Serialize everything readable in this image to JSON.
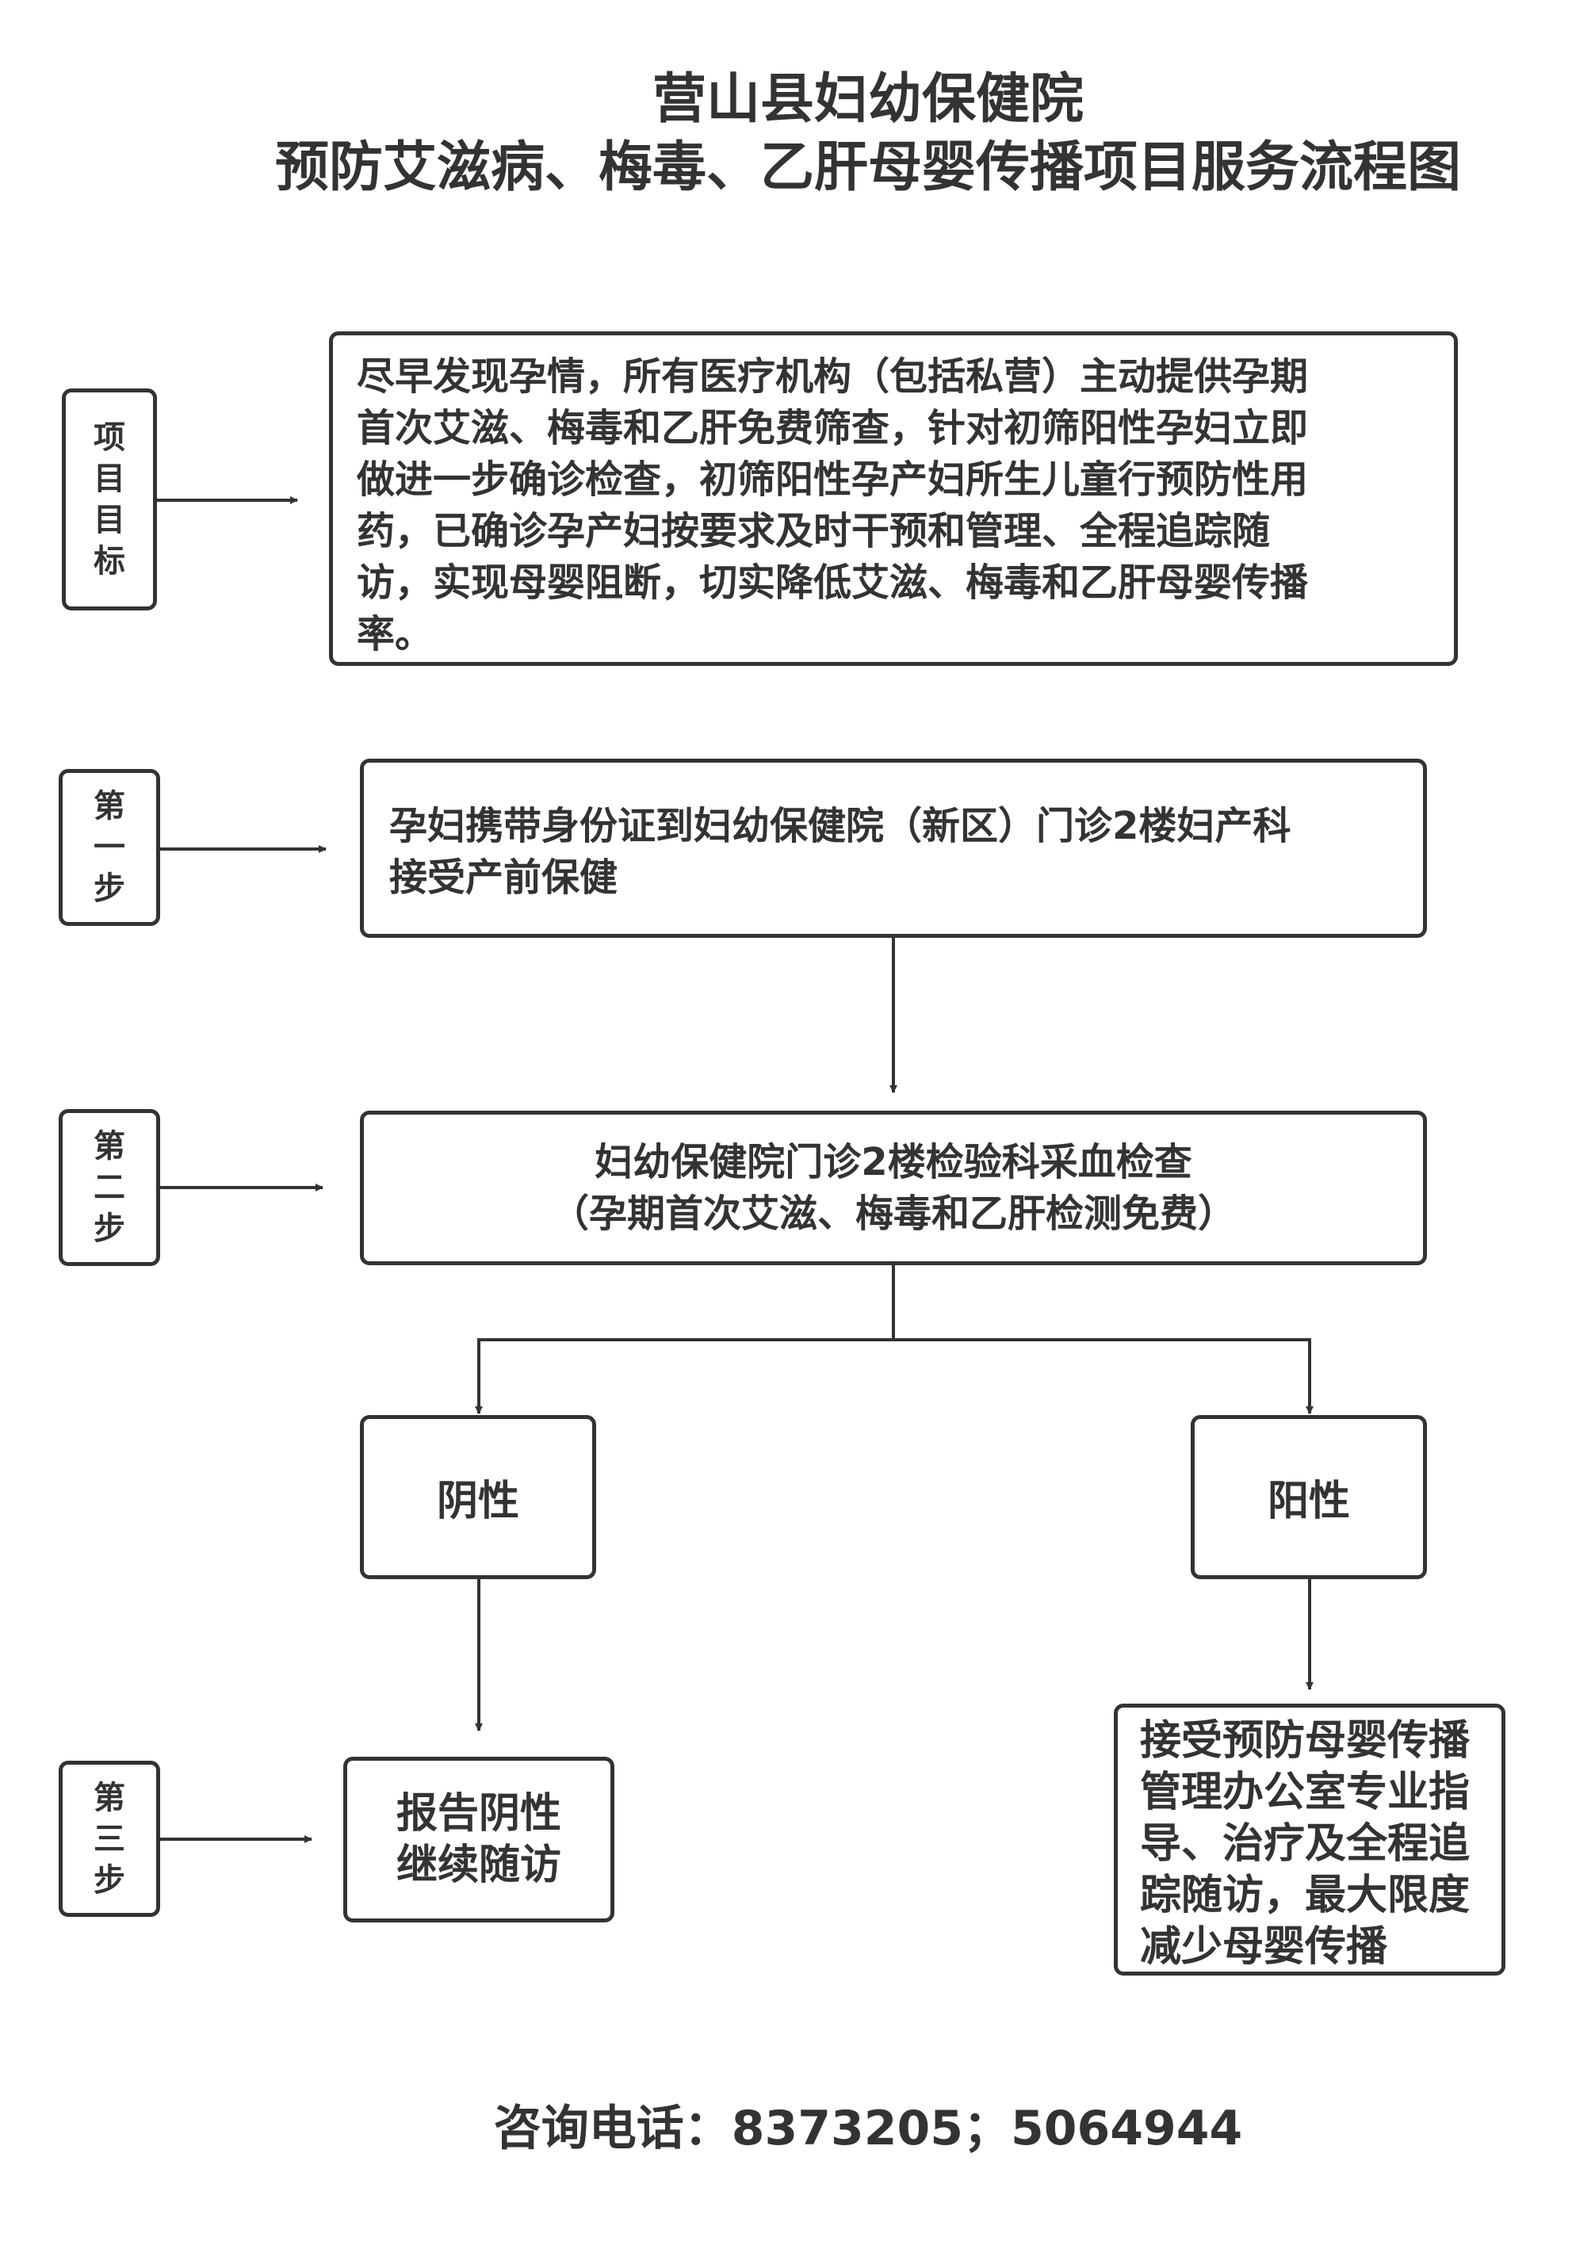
{
  "title": {
    "line1": "营山县妇幼保健院",
    "line2": "预防艾滋病、梅毒、乙肝母婴传播项目服务流程图"
  },
  "side_labels": {
    "goal": [
      "项",
      "目",
      "目",
      "标"
    ],
    "step1": [
      "第",
      "一",
      "步"
    ],
    "step2": [
      "第",
      "二",
      "步"
    ],
    "step3": [
      "第",
      "三",
      "步"
    ]
  },
  "goal_box": {
    "lines": [
      "尽早发现孕情，所有医疗机构（包括私营）主动提供孕期",
      "首次艾滋、梅毒和乙肝免费筛查，针对初筛阳性孕妇立即",
      "做进一步确诊检查，初筛阳性孕产妇所生儿童行预防性用",
      "药，已确诊孕产妇按要求及时干预和管理、全程追踪随",
      "访，实现母婴阻断，切实降低艾滋、梅毒和乙肝母婴传播",
      "率。"
    ]
  },
  "step1_box": {
    "lines": [
      "孕妇携带身份证到妇幼保健院（新区）门诊2楼妇产科",
      "接受产前保健"
    ]
  },
  "step2_box": {
    "lines": [
      "妇幼保健院门诊2楼检验科采血检查",
      "（孕期首次艾滋、梅毒和乙肝检测免费）"
    ]
  },
  "negative_box": {
    "label": "阴性"
  },
  "positive_box": {
    "label": "阳性"
  },
  "negative_result": {
    "lines": [
      "报告阴性",
      "继续随访"
    ]
  },
  "positive_result": {
    "lines": [
      "接受预防母婴传播",
      "管理办公室专业指",
      "导、治疗及全程追",
      "踪随访，最大限度",
      "减少母婴传播"
    ]
  },
  "footer": {
    "contact": "咨询电话：8373205；5064944"
  },
  "colors": {
    "stroke": "#333333",
    "background": "#ffffff"
  }
}
